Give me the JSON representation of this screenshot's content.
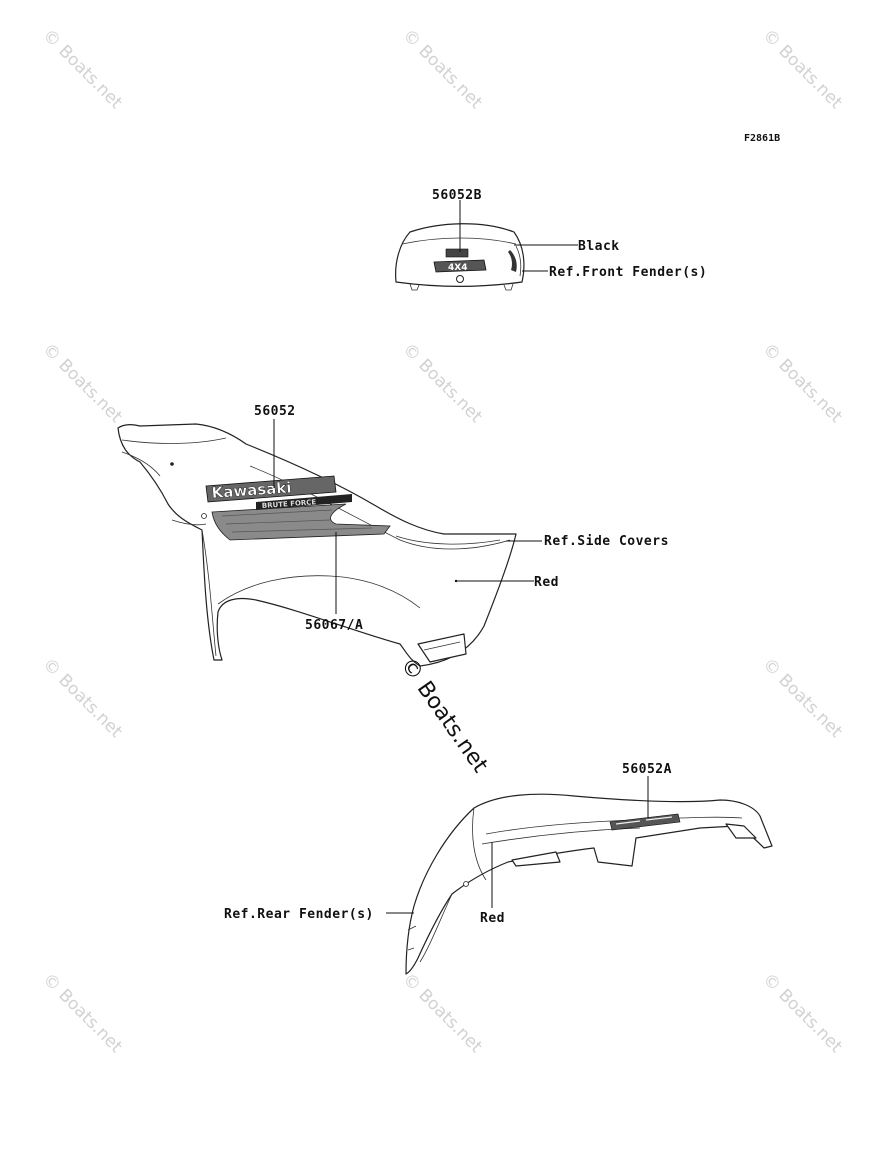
{
  "diagram_code": "F2861B",
  "watermark": "© Boats.net",
  "front_fender": {
    "part_number": "56052B",
    "color_label": "Black",
    "reference_label": "Ref.Front Fender(s)"
  },
  "side_cover": {
    "part_number_top": "56052",
    "part_number_bottom": "56067/A",
    "reference_label": "Ref.Side Covers",
    "color_label": "Red"
  },
  "rear_fender": {
    "part_number": "56052A",
    "reference_label": "Ref.Rear Fender(s)",
    "color_label": "Red"
  },
  "decals": {
    "brand": "Kawasaki",
    "model": "BRUTE FORCE",
    "drive": "4X4"
  }
}
